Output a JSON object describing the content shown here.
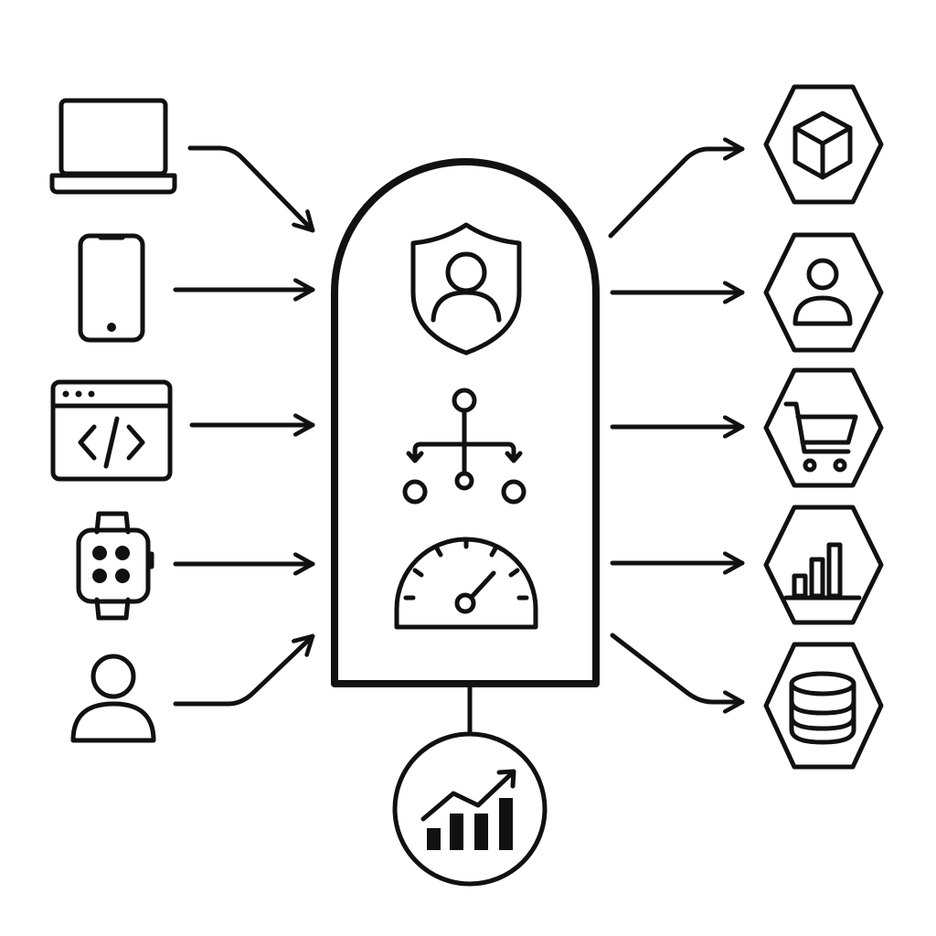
{
  "diagram": {
    "sources": [
      {
        "id": "laptop",
        "icon": "laptop-icon"
      },
      {
        "id": "mobile",
        "icon": "smartphone-icon"
      },
      {
        "id": "web-app",
        "icon": "browser-code-icon"
      },
      {
        "id": "wearable",
        "icon": "smartwatch-icon"
      },
      {
        "id": "user",
        "icon": "user-icon"
      }
    ],
    "gateway": {
      "id": "api-gateway",
      "functions": [
        "shield-user-icon",
        "routing-icon",
        "gauge-icon"
      ]
    },
    "services": [
      {
        "id": "product-service",
        "icon": "cube-icon"
      },
      {
        "id": "user-service",
        "icon": "user-icon"
      },
      {
        "id": "cart-service",
        "icon": "shopping-cart-icon"
      },
      {
        "id": "analytics-service",
        "icon": "bar-chart-icon"
      },
      {
        "id": "database-service",
        "icon": "database-icon"
      }
    ],
    "monitoring": {
      "id": "monitoring",
      "icon": "trend-chart-icon"
    },
    "colors": {
      "stroke": "#111111",
      "background": "#ffffff"
    }
  }
}
